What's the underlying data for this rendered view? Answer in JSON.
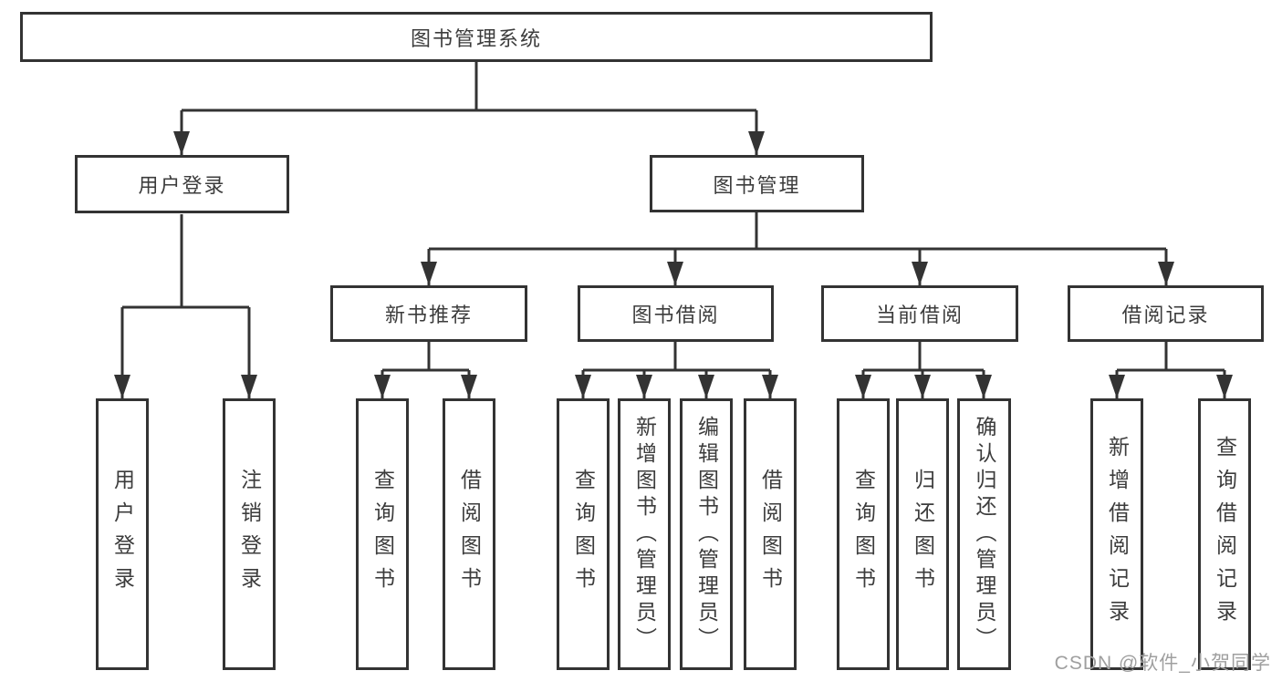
{
  "diagram": {
    "watermark": "CSDN @软件_小贺同学",
    "colors": {
      "line": "#333333",
      "text": "#3c3c3c",
      "watermark": "#9f9f9f",
      "background": "#ffffff"
    },
    "tree": {
      "label": "图书管理系统",
      "children": [
        {
          "label": "用户登录",
          "children": [
            {
              "label": "用户登录"
            },
            {
              "label": "注销登录"
            }
          ]
        },
        {
          "label": "图书管理",
          "children": [
            {
              "label": "新书推荐",
              "children": [
                {
                  "label": "查询图书"
                },
                {
                  "label": "借阅图书"
                }
              ]
            },
            {
              "label": "图书借阅",
              "children": [
                {
                  "label": "查询图书"
                },
                {
                  "label": "新增图书（管理员）"
                },
                {
                  "label": "编辑图书（管理员）"
                },
                {
                  "label": "借阅图书"
                }
              ]
            },
            {
              "label": "当前借阅",
              "children": [
                {
                  "label": "查询图书"
                },
                {
                  "label": "归还图书"
                },
                {
                  "label": "确认归还（管理员）"
                }
              ]
            },
            {
              "label": "借阅记录",
              "children": [
                {
                  "label": "新增借阅记录"
                },
                {
                  "label": "查询借阅记录"
                }
              ]
            }
          ]
        }
      ]
    }
  }
}
